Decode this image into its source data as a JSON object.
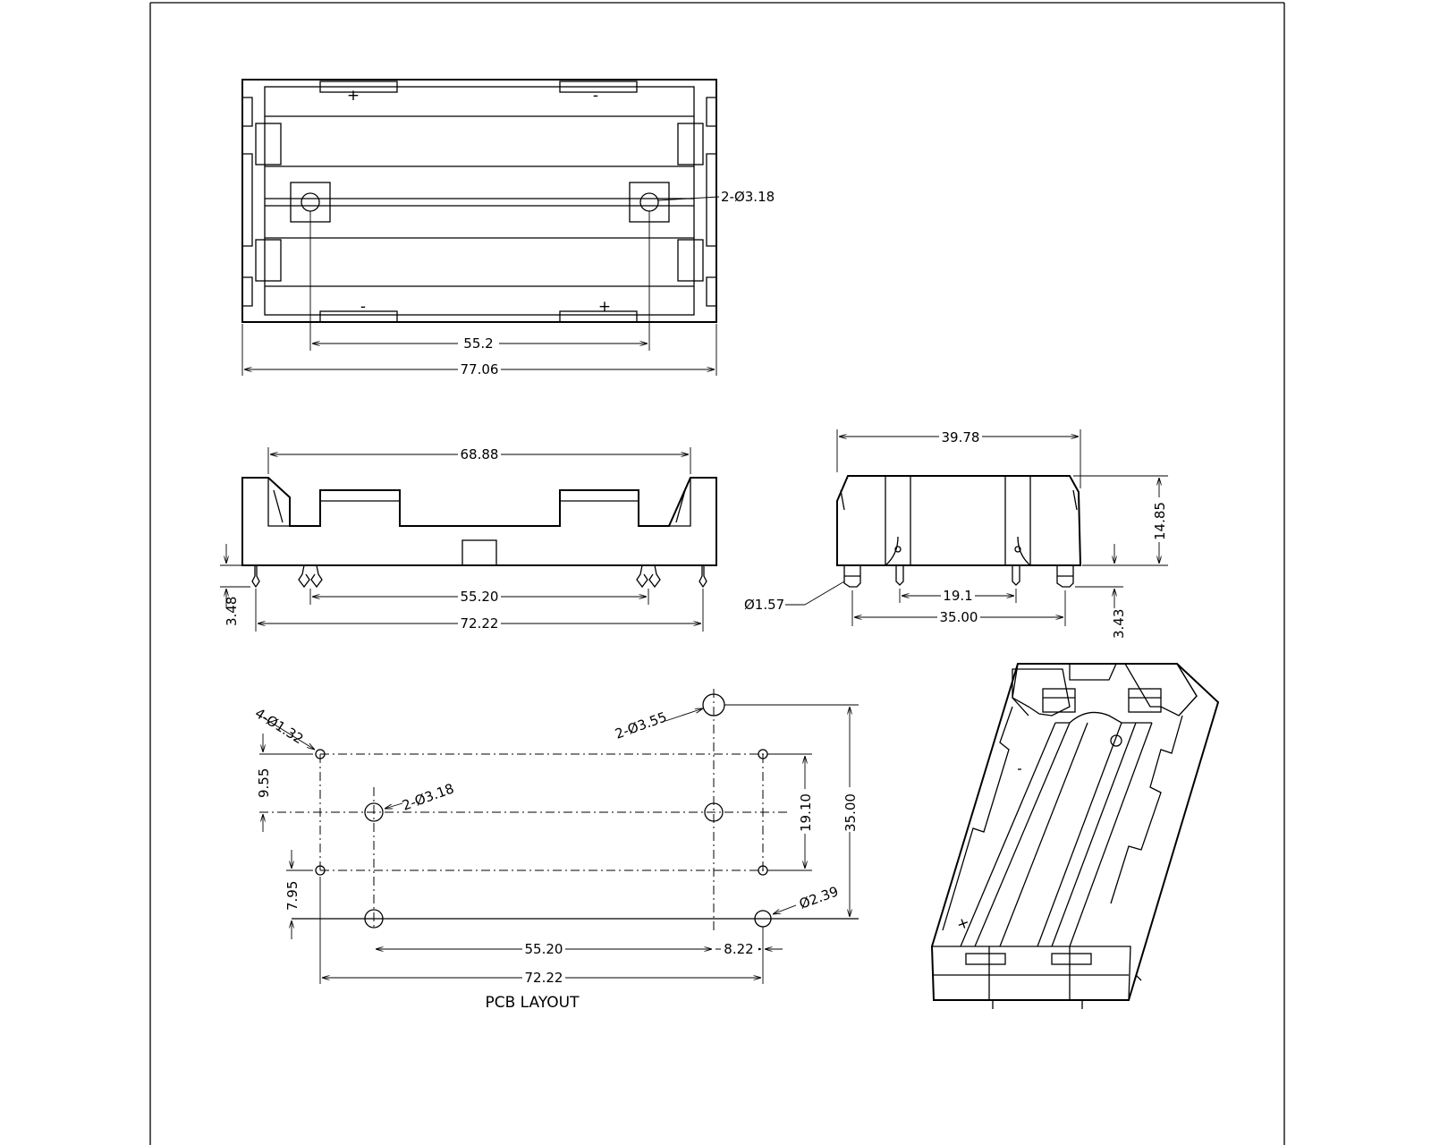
{
  "top_view": {
    "hole_note": "2-Ø3.18",
    "dim_hole_spacing": "55.2",
    "dim_overall_length": "77.06",
    "polarity_top_left": "+",
    "polarity_top_right": "-",
    "polarity_bottom_left": "-",
    "polarity_bottom_right": "+"
  },
  "front_view": {
    "dim_top": "68.88",
    "dim_pin_spacing": "55.20",
    "dim_overall": "72.22",
    "dim_pin_height": "3.48"
  },
  "side_view": {
    "dim_width": "39.78",
    "dim_height": "14.85",
    "dim_pin_spacing": "19.1",
    "dim_post_spacing": "35.00",
    "dim_pin_height": "3.43",
    "pin_diameter": "Ø1.57"
  },
  "pcb_layout": {
    "title": "PCB LAYOUT",
    "note_small_holes": "4-Ø1.32",
    "note_large_holes": "2-Ø3.55",
    "note_mid_holes": "2-Ø3.18",
    "note_corner_hole": "Ø2.39",
    "dim_9_55": "9.55",
    "dim_7_95": "7.95",
    "dim_19_10": "19.10",
    "dim_35_00": "35.00",
    "dim_55_20": "55.20",
    "dim_8_22": "8.22",
    "dim_72_22": "72.22"
  }
}
